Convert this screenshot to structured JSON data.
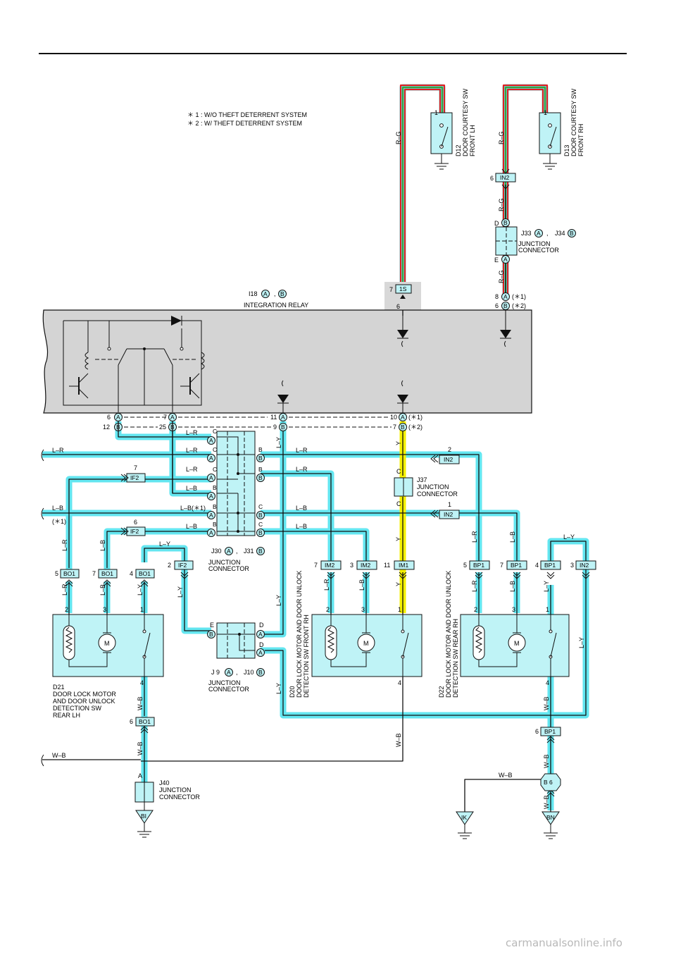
{
  "notes": {
    "note1": "＊ 1 : W/O THEFT DETERRENT SYSTEM",
    "note2": "＊ 2 : W/ THEFT DETERRENT SYSTEM"
  },
  "components": {
    "d12_code": "D12",
    "d12_name1": "DOOR COURTESY SW",
    "d12_name2": "FRONT LH",
    "d13_code": "D13",
    "d13_name1": "DOOR COURTESY SW",
    "d13_name2": "FRONT RH",
    "i18_code": "I18",
    "integration_relay": "INTEGRATION RELAY",
    "j33_code": "J33",
    "j34_code": "J34",
    "j37_code": "J37",
    "j30_code": "J30",
    "j31_code": "J31",
    "j9_code": "J 9",
    "j10_code": "J10",
    "j40_code": "J40",
    "junction": "JUNCTION",
    "connector": "CONNECTOR",
    "d21_code": "D21",
    "d21_l1": "DOOR LOCK MOTOR",
    "d21_l2": "AND DOOR UNLOCK",
    "d21_l3": "DETECTION SW",
    "d21_l4": "REAR LH",
    "d20_code": "D20",
    "d20_l1": "DOOR LOCK MOTOR AND DOOR UNLOCK",
    "d20_l2": "DETECTION SW FRONT RH",
    "d22_code": "D22",
    "d22_l1": "DOOR LOCK MOTOR AND DOOR UNLOCK",
    "d22_l2": "DETECTION SW REAR RH",
    "motor": "M"
  },
  "connectors": {
    "A": "A",
    "B": "B",
    "C": "C",
    "D": "D",
    "E": "E",
    "IN2": "IN2",
    "IF2": "IF2",
    "BO1": "BO1",
    "IM1": "IM1",
    "IM2": "IM2",
    "BP1": "BP1",
    "1S": "1S",
    "B6": "B 6",
    "BI": "BI",
    "IK": "IK",
    "BN": "BN"
  },
  "wires": {
    "RG": "R–G",
    "LR": "L–R",
    "LB": "L–B",
    "LY": "L–Y",
    "Y": "Y",
    "WB": "W–B",
    "LB1": "L–B(＊1)"
  },
  "marks": {
    "s1": "(＊1)",
    "s2": "(＊2)",
    "s1b": "(＊1)"
  },
  "pins": {
    "p1": "1",
    "p2": "2",
    "p3": "3",
    "p4": "4",
    "p5": "5",
    "p6": "6",
    "p7": "7",
    "p8": "8",
    "p9": "9",
    "p10": "10",
    "p11": "11",
    "p12": "12",
    "p25": "25",
    "pD": "D",
    "pE": "E",
    "comma": ","
  },
  "colors": {
    "highlight": "#63e6f0",
    "yellow": "#f4f000",
    "relay": "#d4d4d4",
    "wire_red": "#e02020",
    "wire_green": "#3aa03a",
    "wire_blue": "#1d3fc8"
  },
  "watermark": "carmanualsonline.info"
}
